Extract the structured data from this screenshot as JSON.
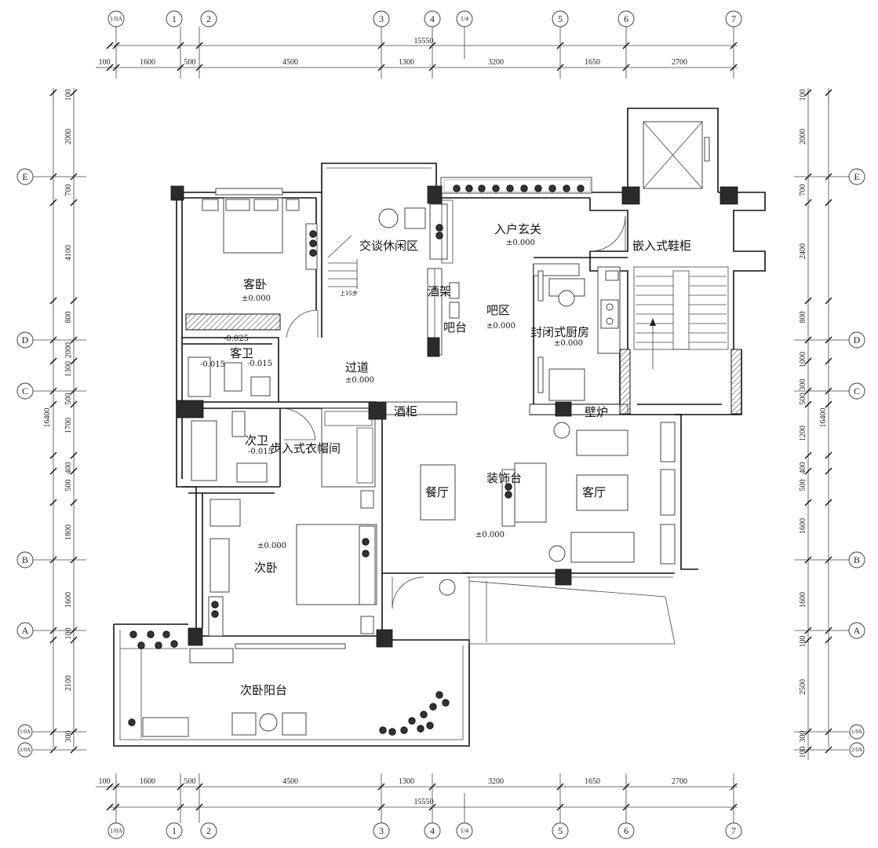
{
  "plan": {
    "overall_width": "15550",
    "overall_height": "16400",
    "top_segments": [
      "100",
      "1600",
      "500",
      "4500",
      "1300",
      "3200",
      "1650",
      "2700"
    ],
    "bottom_segments": [
      "100",
      "1600",
      "500",
      "4500",
      "1300",
      "3200",
      "1650",
      "2700"
    ],
    "col_axes": [
      "1/0A",
      "1",
      "2",
      "3",
      "4",
      "1/4",
      "5",
      "6",
      "7"
    ],
    "row_axes": [
      "E",
      "D",
      "C",
      "B",
      "A",
      "1/0A",
      "2/0A"
    ],
    "left_segments": [
      "100",
      "2000",
      "700",
      "4100",
      "800",
      "2000",
      "1300",
      "500",
      "1700",
      "500",
      "400",
      "1800",
      "1600",
      "100",
      "2100",
      "300"
    ],
    "right_segments": [
      "100",
      "2000",
      "700",
      "2400",
      "800",
      "1000",
      "300",
      "500",
      "1200",
      "400",
      "500",
      "1600",
      "1600",
      "100",
      "2500",
      "300",
      "100"
    ]
  },
  "rooms": {
    "guest_bedroom": "客卧",
    "guest_bedroom_level": "±0.000",
    "lounge": "交谈休闲区",
    "entry": "入户玄关",
    "entry_level": "±0.000",
    "shoe_cabinet": "嵌入式鞋柜",
    "wine_rack": "酒架",
    "bar_area": "吧区",
    "bar_area_level": "±0.000",
    "bar_counter": "吧台",
    "kitchen": "封闭式厨房",
    "kitchen_level": "±0.000",
    "guest_bath": "客卫",
    "guest_bath_level1": "-0.025",
    "guest_bath_level2": "-0.015",
    "guest_bath_level3": "-0.015",
    "corridor": "过道",
    "corridor_level": "±0.000",
    "wine_cabinet": "酒柜",
    "fireplace": "壁炉",
    "second_bath": "次卫",
    "second_bath_level": "-0.015",
    "walk_in_closet": "步入式衣帽间",
    "decor_counter": "装饰台",
    "dining": "餐厅",
    "living": "客厅",
    "living_level": "±0.000",
    "second_bedroom": "次卧",
    "second_bedroom_level": "±0.000",
    "balcony": "次卧阳台",
    "stair_note": "上15步"
  }
}
